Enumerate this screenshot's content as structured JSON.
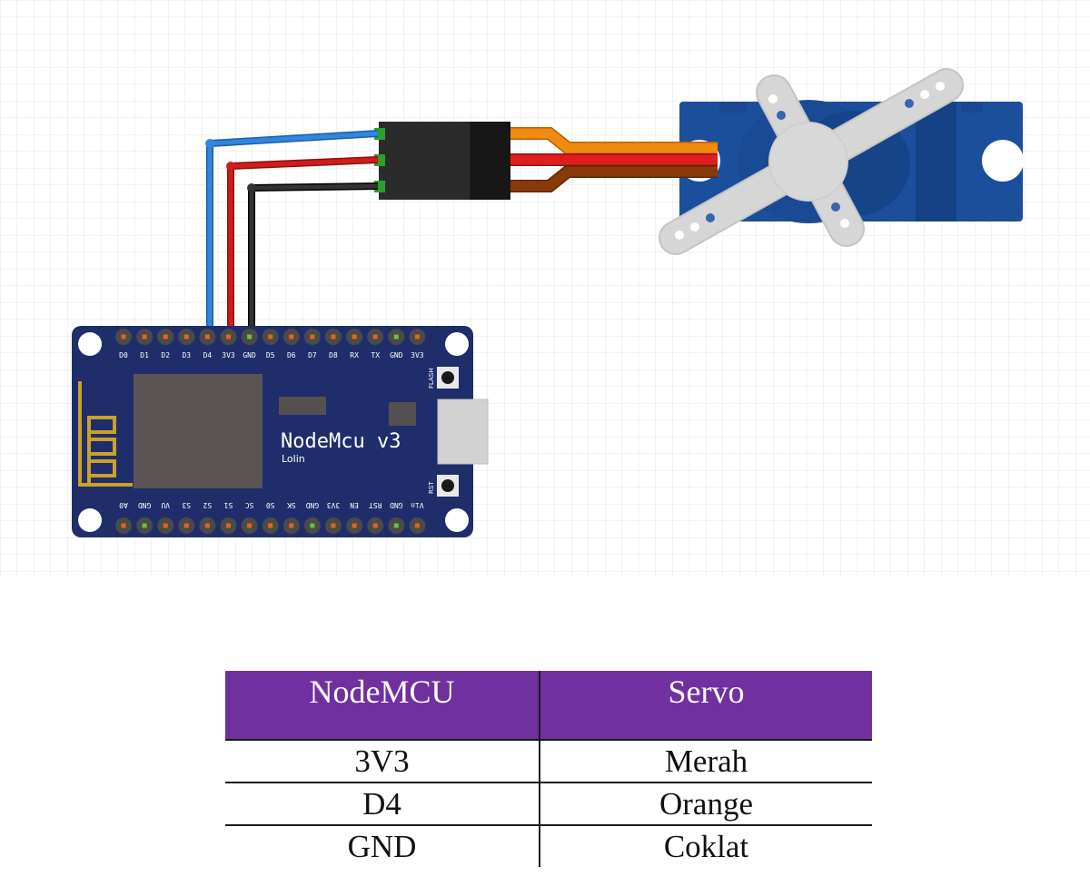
{
  "board": {
    "name": "NodeMcu v3",
    "subtitle": "Lolin",
    "flash_label": "FLASH",
    "rst_label": "RST",
    "top_pins": [
      "D0",
      "D1",
      "D2",
      "D3",
      "D4",
      "3V3",
      "GND",
      "D5",
      "D6",
      "D7",
      "D8",
      "RX",
      "TX",
      "GND",
      "3V3"
    ],
    "bottom_pins": [
      "A0",
      "GND",
      "VU",
      "S3",
      "S2",
      "S1",
      "SC",
      "S0",
      "SK",
      "GND",
      "3V3",
      "EN",
      "RST",
      "GND",
      "Vin"
    ]
  },
  "colors": {
    "board": "#1f2d6b",
    "servo_body": "#1b4f9c",
    "wire_blue": "#2f7fd6",
    "wire_red": "#c81c1c",
    "wire_black": "#1a1a1a",
    "wire_orange": "#f08a10",
    "wire_brown": "#8a3a08",
    "header_purple": "#7030a0"
  },
  "table": {
    "headers": [
      "NodeMCU",
      "Servo"
    ],
    "rows": [
      [
        "3V3",
        "Merah"
      ],
      [
        "D4",
        "Orange"
      ],
      [
        "GND",
        "Coklat"
      ]
    ]
  }
}
